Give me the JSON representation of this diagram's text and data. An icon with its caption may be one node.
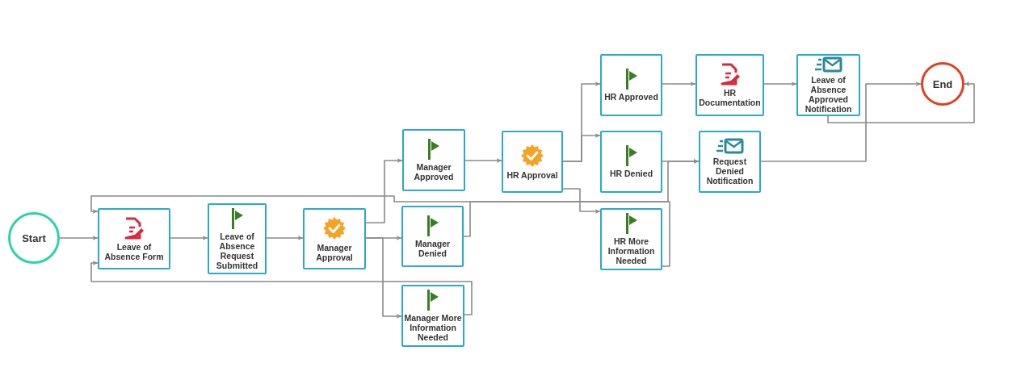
{
  "diagram": {
    "nodes": [
      {
        "text": [
          "Start"
        ]
      },
      {
        "text": [
          "Leave of Absence Form"
        ]
      },
      {
        "text": [
          "Leave of Absence Request Submitted"
        ]
      },
      {
        "text": [
          "Manager Approval"
        ]
      },
      {
        "text": [
          "Manager Approved"
        ]
      },
      {
        "text": [
          "Manager Denied"
        ]
      },
      {
        "text": [
          "Manager More Information Needed"
        ]
      },
      {
        "text": [
          "HR Approval"
        ]
      },
      {
        "text": [
          "HR Approved"
        ]
      },
      {
        "text": [
          "HR Denied"
        ]
      },
      {
        "text": [
          "HR More Information Needed"
        ]
      },
      {
        "text": [
          "HR Documentation"
        ]
      },
      {
        "text": [
          "Leave of Absence Approved Notification"
        ]
      },
      {
        "text": [
          "Request Denied Notification"
        ]
      },
      {
        "text": [
          "End"
        ]
      }
    ],
    "edges": [
      {
        "from": 0,
        "to": 1,
        "arrow": "to"
      },
      {
        "from": 1,
        "to": 2,
        "arrow": "to"
      },
      {
        "from": 2,
        "to": 3,
        "arrow": "to"
      },
      {
        "from": 3,
        "to": 4,
        "arrow": "to"
      },
      {
        "from": 3,
        "to": 5,
        "arrow": "to"
      },
      {
        "from": 3,
        "to": 6,
        "arrow": "to"
      },
      {
        "from": 4,
        "to": 7,
        "arrow": "to"
      },
      {
        "from": 7,
        "to": 8,
        "arrow": "to"
      },
      {
        "from": 7,
        "to": 9,
        "arrow": "to"
      },
      {
        "from": 7,
        "to": 10,
        "arrow": "to"
      },
      {
        "from": 8,
        "to": 11,
        "arrow": "to"
      },
      {
        "from": 11,
        "to": 12,
        "arrow": "to"
      },
      {
        "from": 9,
        "to": 13,
        "arrow": "to"
      },
      {
        "from": 13,
        "to": 14,
        "arrow": "to"
      },
      {
        "from": 12,
        "to": 14,
        "arrow": "to"
      },
      {
        "from": 5,
        "to": 13,
        "arrow": "to"
      },
      {
        "from": 10,
        "to": 1,
        "arrow": "to"
      },
      {
        "from": 6,
        "to": 1,
        "arrow": "to"
      }
    ]
  }
}
